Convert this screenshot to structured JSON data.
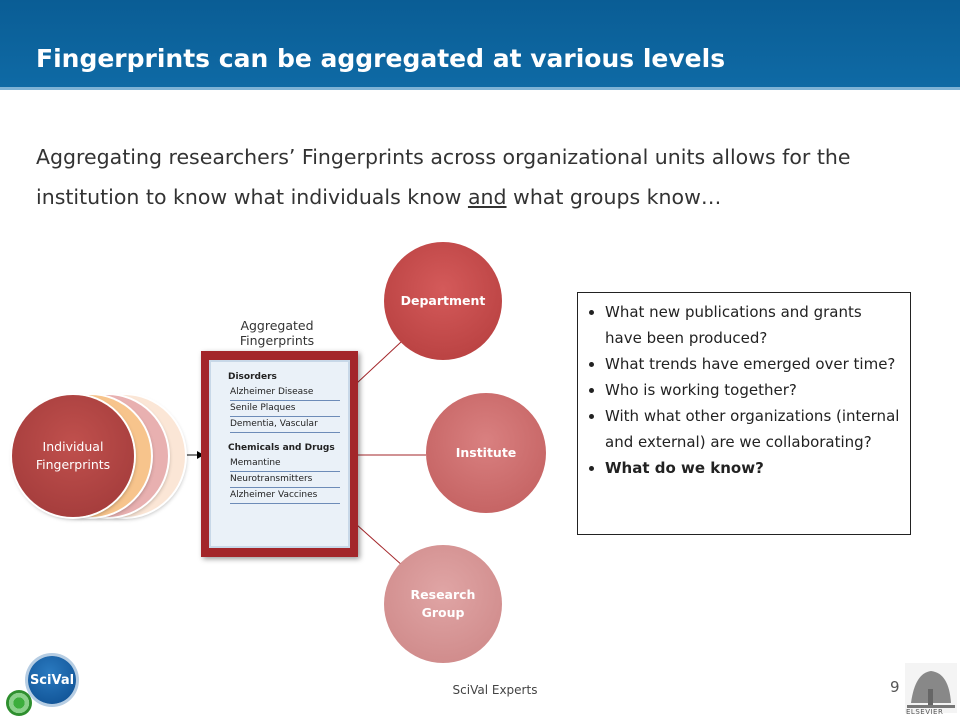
{
  "header": {
    "title": "Fingerprints can be aggregated at various levels"
  },
  "intro": {
    "part1": "Aggregating researchers’ Fingerprints across organizational units allows for the institution to know what individuals know ",
    "underlined": "and",
    "part2": " what groups know…"
  },
  "diagram": {
    "individual_label": "Individual Fingerprints",
    "aggregated_label": "Aggregated Fingerprints",
    "fingerprint_card": {
      "sections": [
        {
          "heading": "Disorders",
          "items": [
            "Alzheimer Disease",
            "Senile Plaques",
            "Dementia, Vascular"
          ]
        },
        {
          "heading": "Chemicals and Drugs",
          "items": [
            "Memantine",
            "Neurotransmitters",
            "Alzheimer Vaccines"
          ]
        }
      ]
    },
    "levels": [
      "Department",
      "Institute",
      "Research Group"
    ],
    "colors": {
      "department": "#c0504d",
      "institute": "#d07070",
      "research_group": "#d89a9a",
      "card_border": "#a3262a"
    }
  },
  "questions": [
    {
      "text": "What new publications and grants have been produced?",
      "bold": false
    },
    {
      "text": "What trends have emerged over time?",
      "bold": false
    },
    {
      "text": "Who is working together?",
      "bold": false
    },
    {
      "text": "With what other organizations (internal and external) are we collaborating?",
      "bold": false
    },
    {
      "text": "What do we know?",
      "bold": true
    }
  ],
  "footer": {
    "text": "SciVal Experts",
    "page_number": "9"
  },
  "logos": {
    "scival": "SciVal",
    "elsevier": "ELSEVIER"
  },
  "colors": {
    "header_bg": "#0f6aa5",
    "header_border": "#7fb3d6"
  }
}
